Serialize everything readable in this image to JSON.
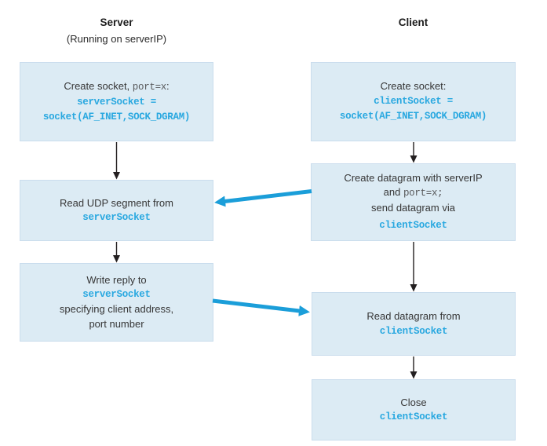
{
  "colors": {
    "box_fill": "#dcebf4",
    "box_border": "#cadded",
    "code_blue": "#29a8e0",
    "arrow_blue": "#1b9ed9",
    "arrow_black": "#231f20",
    "text_dark": "#363636",
    "mono_gray": "#58595b"
  },
  "headers": {
    "server_title": "Server",
    "server_subtitle": "(Running on serverIP)",
    "client_title": "Client"
  },
  "boxes": {
    "server_create": {
      "line1_pre": "Create socket, ",
      "line1_code": "port=x",
      "line1_post": ":",
      "code1": "serverSocket =",
      "code2": "socket(AF_INET,SOCK_DGRAM)"
    },
    "server_read": {
      "line1": "Read UDP segment from",
      "code1": "serverSocket"
    },
    "server_write": {
      "line1": "Write reply to",
      "code1": "serverSocket",
      "line2": "specifying client address,",
      "line3": "port number"
    },
    "client_create": {
      "line1": "Create socket:",
      "code1": "clientSocket =",
      "code2": "socket(AF_INET,SOCK_DGRAM)"
    },
    "client_datagram": {
      "line1": "Create datagram with serverIP",
      "line2_pre": "and ",
      "line2_code": "port=x;",
      "line3": "send datagram via",
      "code1": "clientSocket"
    },
    "client_read": {
      "line1": "Read datagram from",
      "code1": "clientSocket"
    },
    "client_close": {
      "line1": "Close",
      "code1": "clientSocket"
    }
  }
}
